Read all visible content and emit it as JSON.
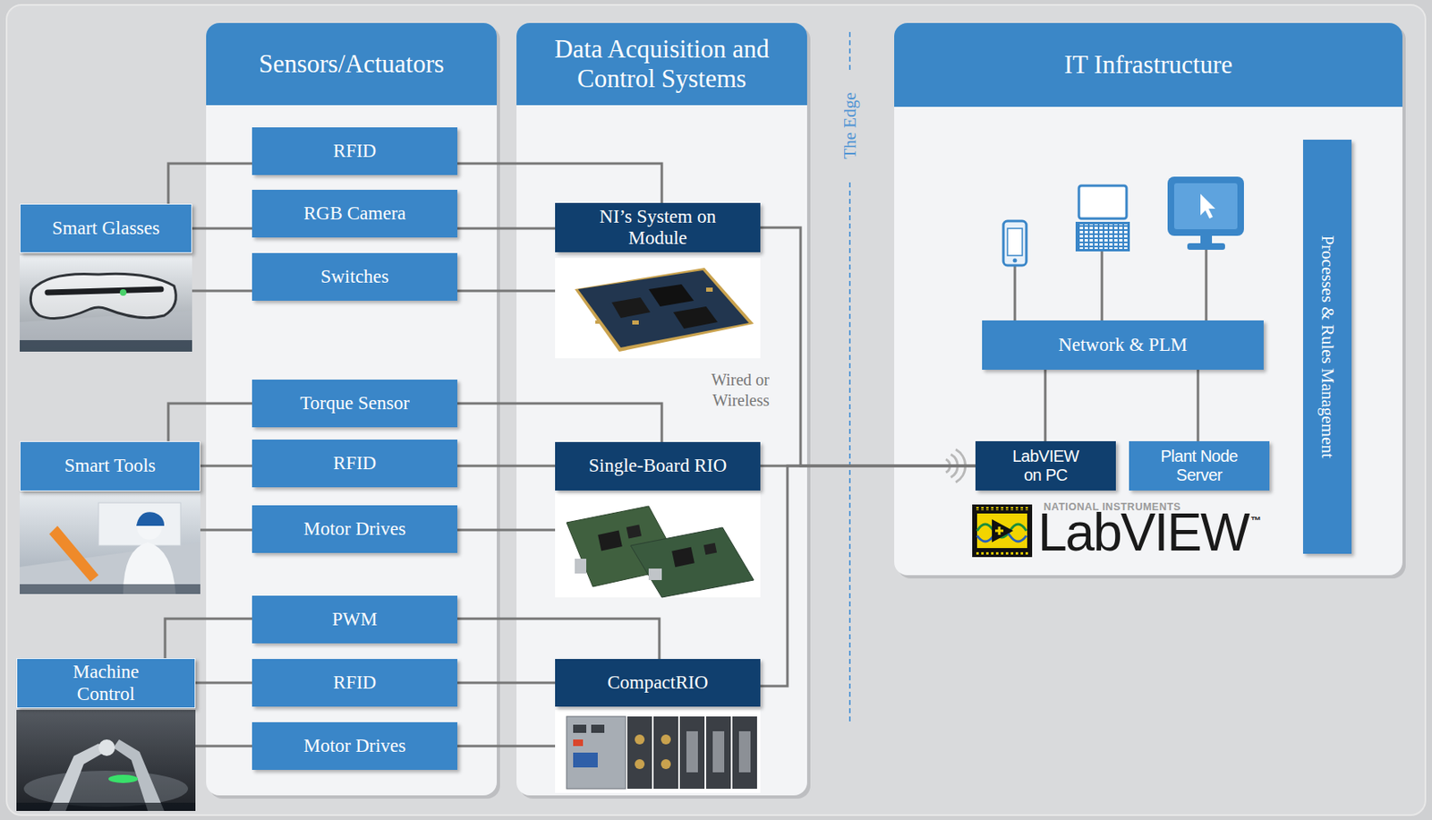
{
  "diagram": {
    "nodes": [
      {
        "text": [
          "Smart Glasses"
        ]
      },
      {
        "text": [
          "Smart Tools"
        ]
      },
      {
        "text": [
          "Machine Control"
        ]
      },
      {
        "text": [
          "Sensors/Actuators"
        ]
      },
      {
        "text": [
          "RFID"
        ],
        "in": 3
      },
      {
        "text": [
          "RGB Camera"
        ],
        "in": 3
      },
      {
        "text": [
          "Switches"
        ],
        "in": 3
      },
      {
        "text": [
          "Torque Sensor"
        ],
        "in": 3
      },
      {
        "text": [
          "RFID"
        ],
        "in": 3
      },
      {
        "text": [
          "Motor Drives"
        ],
        "in": 3
      },
      {
        "text": [
          "PWM"
        ],
        "in": 3
      },
      {
        "text": [
          "RFID"
        ],
        "in": 3
      },
      {
        "text": [
          "Motor Drives"
        ],
        "in": 3
      },
      {
        "text": [
          "Data Acquisition and Control Systems"
        ]
      },
      {
        "text": [
          "NI’s System on Module"
        ],
        "in": 13
      },
      {
        "text": [
          "Single-Board RIO"
        ],
        "in": 13
      },
      {
        "text": [
          "CompactRIO"
        ],
        "in": 13
      },
      {
        "text": [
          "IT Infrastructure"
        ]
      },
      {
        "text": [
          "Network & PLM"
        ],
        "in": 17
      },
      {
        "text": [
          "LabVIEW on PC"
        ],
        "in": 17
      },
      {
        "text": [
          "Plant Node Server"
        ],
        "in": 17
      },
      {
        "text": [
          "Processes & Rules Management"
        ],
        "in": 17
      }
    ],
    "edges": [
      {
        "from": 0,
        "to": 4,
        "arrow": "none"
      },
      {
        "from": 0,
        "to": 5,
        "arrow": "none"
      },
      {
        "from": 0,
        "to": 6,
        "arrow": "none"
      },
      {
        "from": 1,
        "to": 7,
        "arrow": "none"
      },
      {
        "from": 1,
        "to": 8,
        "arrow": "none"
      },
      {
        "from": 1,
        "to": 9,
        "arrow": "none"
      },
      {
        "from": 2,
        "to": 10,
        "arrow": "none"
      },
      {
        "from": 2,
        "to": 11,
        "arrow": "none"
      },
      {
        "from": 2,
        "to": 12,
        "arrow": "none"
      },
      {
        "from": 4,
        "to": 14,
        "arrow": "none"
      },
      {
        "from": 5,
        "to": 14,
        "arrow": "none"
      },
      {
        "from": 6,
        "to": 14,
        "arrow": "none"
      },
      {
        "from": 7,
        "to": 15,
        "arrow": "none"
      },
      {
        "from": 8,
        "to": 15,
        "arrow": "none"
      },
      {
        "from": 9,
        "to": 15,
        "arrow": "none"
      },
      {
        "from": 10,
        "to": 16,
        "arrow": "none"
      },
      {
        "from": 11,
        "to": 16,
        "arrow": "none"
      },
      {
        "from": 12,
        "to": 16,
        "arrow": "none"
      },
      {
        "from": 14,
        "to": 19,
        "arrow": "none"
      },
      {
        "from": 15,
        "to": 19,
        "arrow": "none"
      },
      {
        "from": 16,
        "to": 19,
        "arrow": "none"
      },
      {
        "from": 18,
        "to": 19,
        "arrow": "none"
      },
      {
        "from": 18,
        "to": 20,
        "arrow": "none"
      }
    ],
    "labels": [
      "The Edge",
      "Wired or Wireless",
      "NATIONAL INSTRUMENTS",
      "LabVIEW",
      "™"
    ]
  }
}
